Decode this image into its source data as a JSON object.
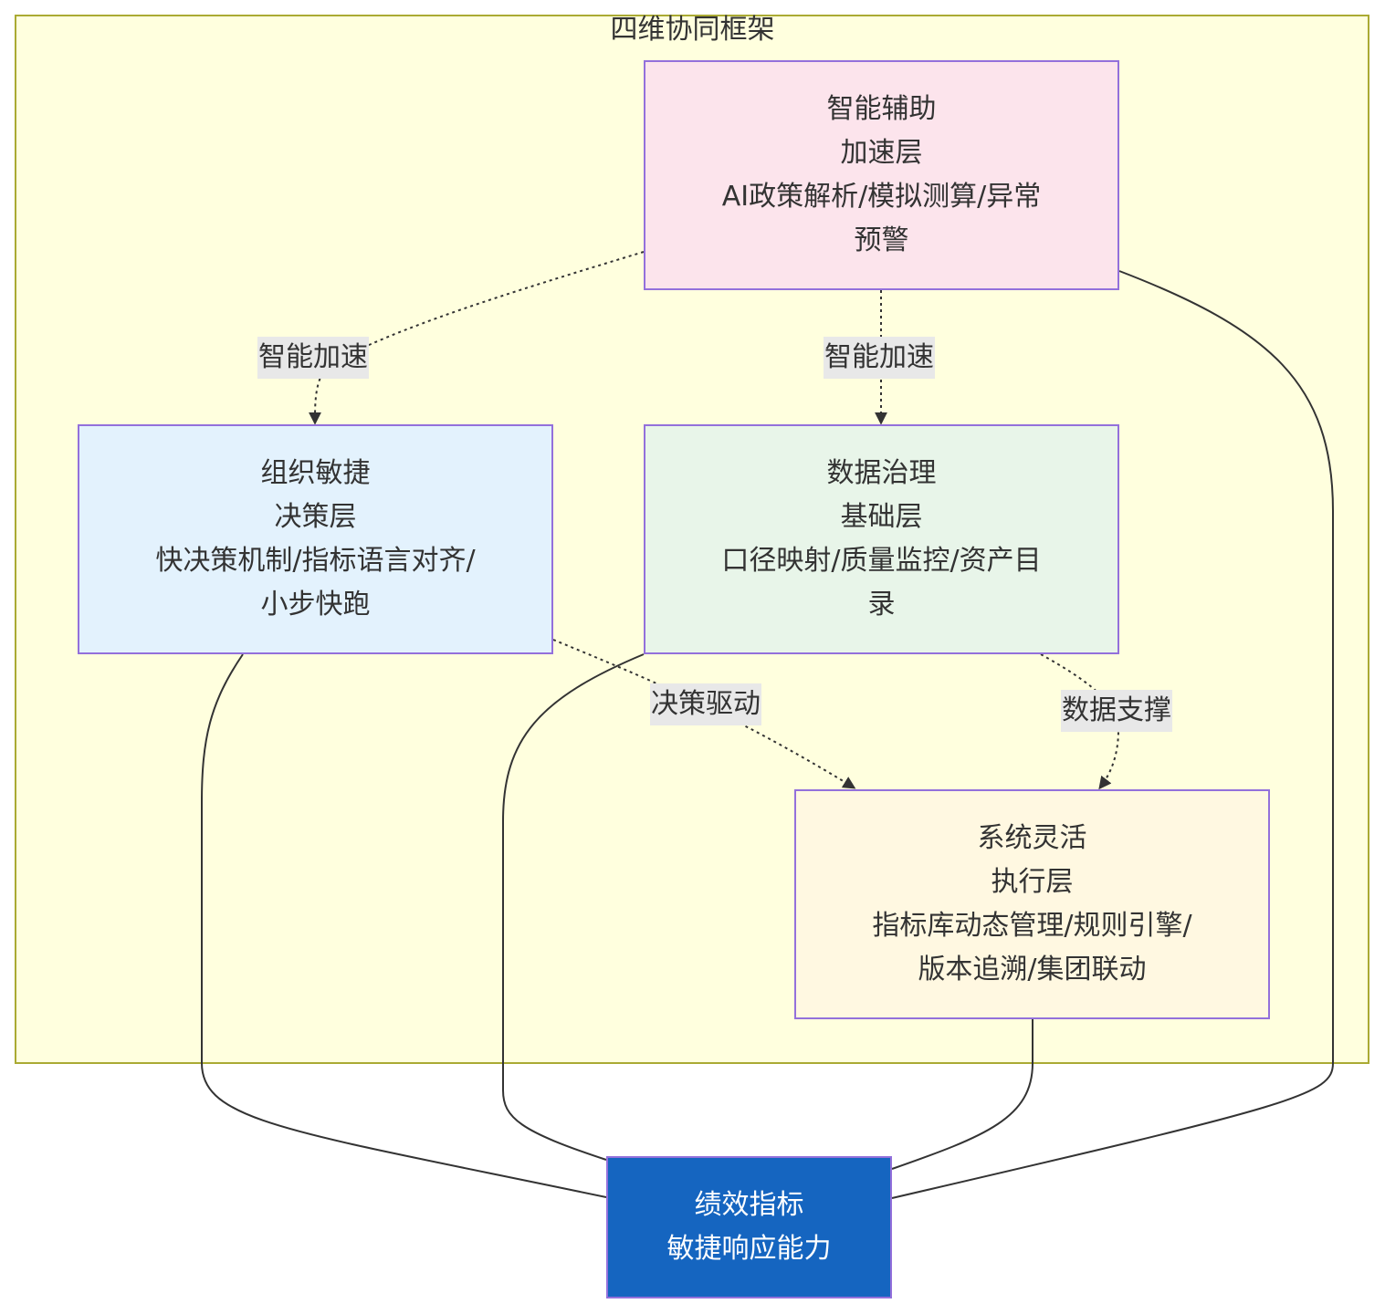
{
  "cluster": {
    "title": "四维协同框架"
  },
  "nodes": {
    "ai": {
      "lines": [
        "智能辅助",
        "加速层",
        "AI政策解析/模拟测算/异常",
        "预警"
      ]
    },
    "org": {
      "lines": [
        "组织敏捷",
        "决策层",
        "快决策机制/指标语言对齐/",
        "小步快跑"
      ]
    },
    "data": {
      "lines": [
        "数据治理",
        "基础层",
        "口径映射/质量监控/资产目",
        "录"
      ]
    },
    "sys": {
      "lines": [
        "系统灵活",
        "执行层",
        "指标库动态管理/规则引擎/",
        "版本追溯/集团联动"
      ]
    },
    "target": {
      "lines": [
        "绩效指标",
        "敏捷响应能力"
      ]
    }
  },
  "edges": {
    "ai_to_org": "智能加速",
    "ai_to_data": "智能加速",
    "org_to_sys": "决策驱动",
    "data_to_sys": "数据支撑"
  },
  "colors": {
    "cluster_fill": "#ffffde",
    "cluster_border": "#aaaa33",
    "node_border": "#9370db",
    "ai_fill": "#fce4ec",
    "org_fill": "#e3f2fd",
    "data_fill": "#e8f5e9",
    "sys_fill": "#fff8e1",
    "target_fill": "#1565c0",
    "edge_label_bg": "#e8e8e8",
    "line": "#333333"
  }
}
